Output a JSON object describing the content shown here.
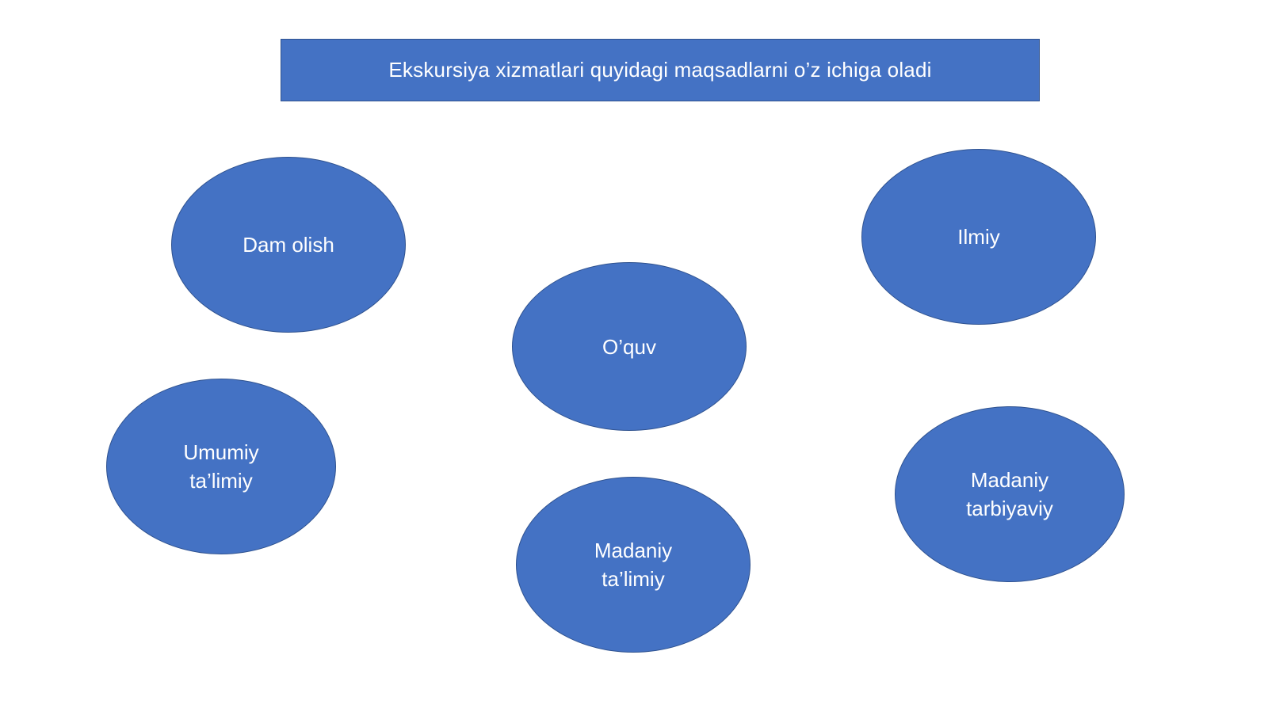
{
  "title": "Ekskursiya xizmatlari quyidagi maqsadlarni o’z ichiga oladi",
  "colors": {
    "shape_fill": "#4472c4",
    "shape_border": "#2f528f",
    "text": "#ffffff",
    "background": "#ffffff"
  },
  "ellipses": [
    {
      "label": "Dam olish"
    },
    {
      "label": "Ilmiy"
    },
    {
      "label": "O’quv"
    },
    {
      "label": "Umumiy\nta’limiy"
    },
    {
      "label": "Madaniy\nta’limiy"
    },
    {
      "label": "Madaniy\ntarbiyaviy"
    }
  ]
}
